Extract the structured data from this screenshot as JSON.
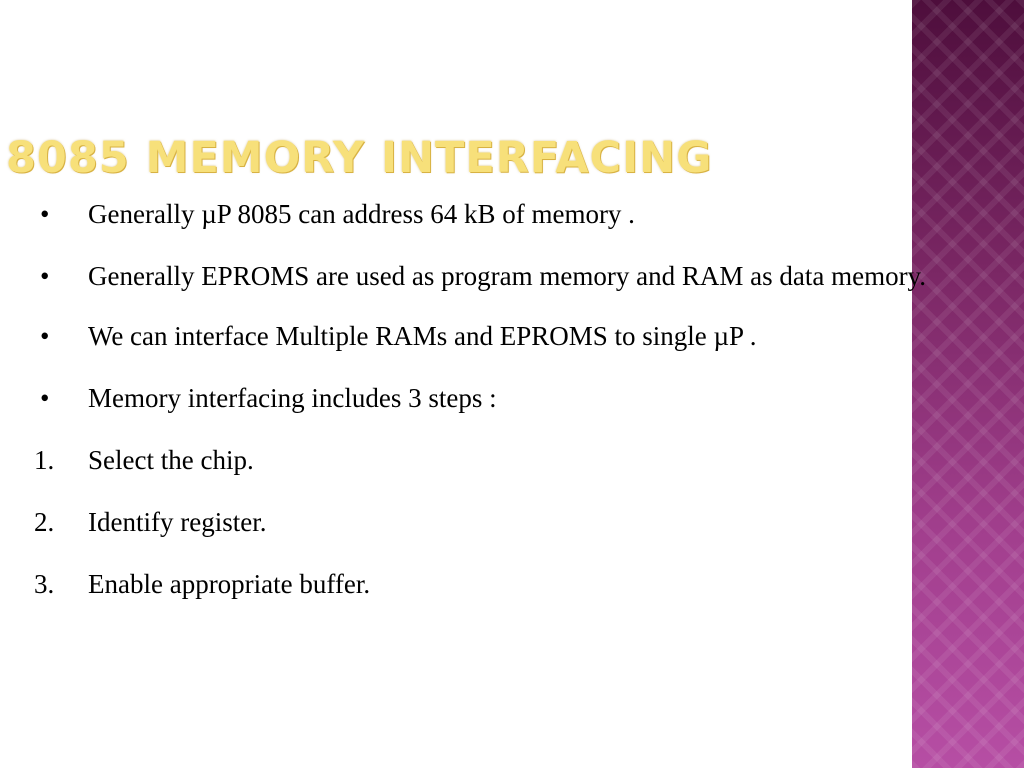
{
  "slide": {
    "title": "8085 MEMORY INTERFACING",
    "accent_band_color": "#7a2764",
    "title_color": "#f7e07a",
    "items": [
      {
        "marker": "•",
        "text": "Generally µP 8085 can address 64 kB of memory ."
      },
      {
        "marker": "•",
        "text": "Generally EPROMS are used as program memory and RAM as data memory."
      },
      {
        "marker": "•",
        "text": "We can interface Multiple RAMs and EPROMS to single µP ."
      },
      {
        "marker": "•",
        "text": "Memory interfacing includes 3 steps :"
      },
      {
        "marker": "1.",
        "text": "Select the chip."
      },
      {
        "marker": "2.",
        "text": "Identify register."
      },
      {
        "marker": "3.",
        "text": "Enable appropriate buffer."
      }
    ]
  }
}
